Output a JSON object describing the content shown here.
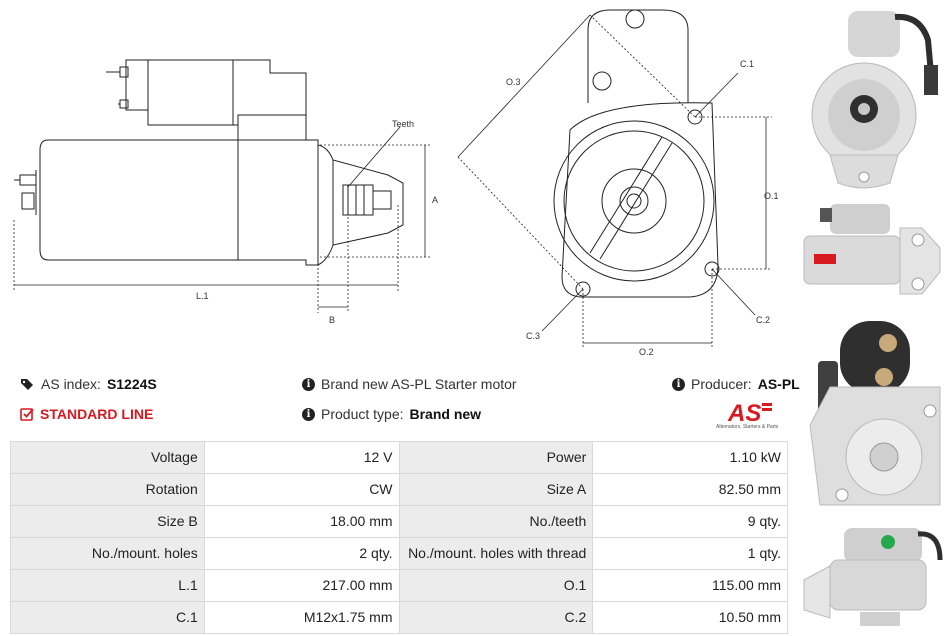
{
  "diagram_labels": {
    "teeth": "Teeth",
    "a": "A",
    "l1": "L.1",
    "b": "B",
    "o3": "O.3",
    "c1": "C.1",
    "o1": "O.1",
    "c3": "C.3",
    "c2": "C.2",
    "o2": "O.2"
  },
  "info": {
    "as_index_label": "AS index:",
    "as_index_value": "S1224S",
    "standard_line": "STANDARD LINE",
    "brand_new_text": "Brand new AS-PL Starter motor",
    "product_type_label": "Product type:",
    "product_type_value": "Brand new",
    "producer_label": "Producer:",
    "producer_value": "AS-PL"
  },
  "logo": {
    "mark": "AS",
    "tagline": "Alternators, Starters & Parts"
  },
  "specs": [
    [
      {
        "k": "Voltage",
        "v": "12 V"
      },
      {
        "k": "Power",
        "v": "1.10 kW"
      }
    ],
    [
      {
        "k": "Rotation",
        "v": "CW"
      },
      {
        "k": "Size A",
        "v": "82.50 mm"
      }
    ],
    [
      {
        "k": "Size B",
        "v": "18.00 mm"
      },
      {
        "k": "No./teeth",
        "v": "9 qty."
      }
    ],
    [
      {
        "k": "No./mount. holes",
        "v": "2 qty."
      },
      {
        "k": "No./mount. holes with thread",
        "v": "1 qty."
      }
    ],
    [
      {
        "k": "L.1",
        "v": "217.00 mm"
      },
      {
        "k": "O.1",
        "v": "115.00 mm"
      }
    ],
    [
      {
        "k": "C.1",
        "v": "M12x1.75 mm"
      },
      {
        "k": "C.2",
        "v": "10.50 mm"
      }
    ]
  ],
  "colors": {
    "accent_red": "#d81920",
    "key_cell_bg": "#ececec"
  },
  "icons": {
    "tag": "tag-icon",
    "check": "check-square-icon",
    "info": "info-circle-icon"
  }
}
